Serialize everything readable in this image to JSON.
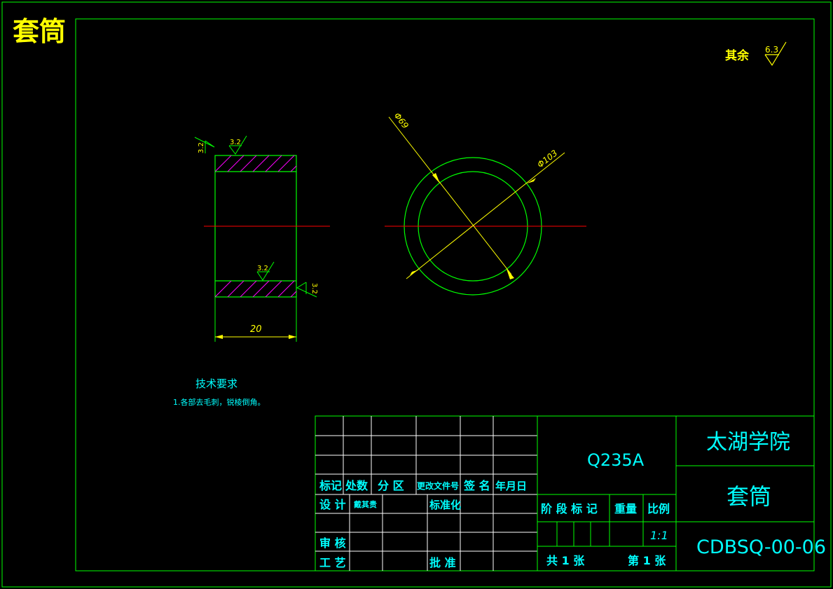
{
  "drawing_title": "套筒",
  "roughness_note": {
    "label": "其余",
    "value": "6.3"
  },
  "colors": {
    "background": "#000000",
    "frame": "#00ff00",
    "text_yellow": "#ffff00",
    "text_cyan": "#00ffff",
    "centerline": "#ff0000",
    "hatch": "#ff00ff",
    "table_lines": "#ffffff"
  },
  "side_view": {
    "roughness_left": "3.2",
    "roughness_top": "3.2",
    "roughness_inner": "3.2",
    "roughness_right": "3.2",
    "dimension_length": "20"
  },
  "front_view": {
    "dim_inner": "Φ69",
    "dim_outer": "Φ103"
  },
  "tech_requirements": {
    "heading": "技术要求",
    "item1": "1.各部去毛刺，锐棱倒角。"
  },
  "title_block": {
    "headers": [
      "标记",
      "处数",
      "分 区",
      "更改文件号",
      "签 名",
      "年月日"
    ],
    "design_label": "设 计",
    "designer": "戴其贵",
    "standardization_label": "标准化",
    "review_label": "审 核",
    "process_label": "工 艺",
    "approve_label": "批 准",
    "material": "Q235A",
    "school": "太湖学院",
    "part_name": "套筒",
    "drawing_number": "CDBSQ-00-06",
    "stage_label": "阶 段 标 记",
    "weight_label": "重量",
    "scale_label": "比例",
    "scale_value": "1:1",
    "sheet_total_label": "共 1 张",
    "sheet_index_label": "第 1 张"
  }
}
